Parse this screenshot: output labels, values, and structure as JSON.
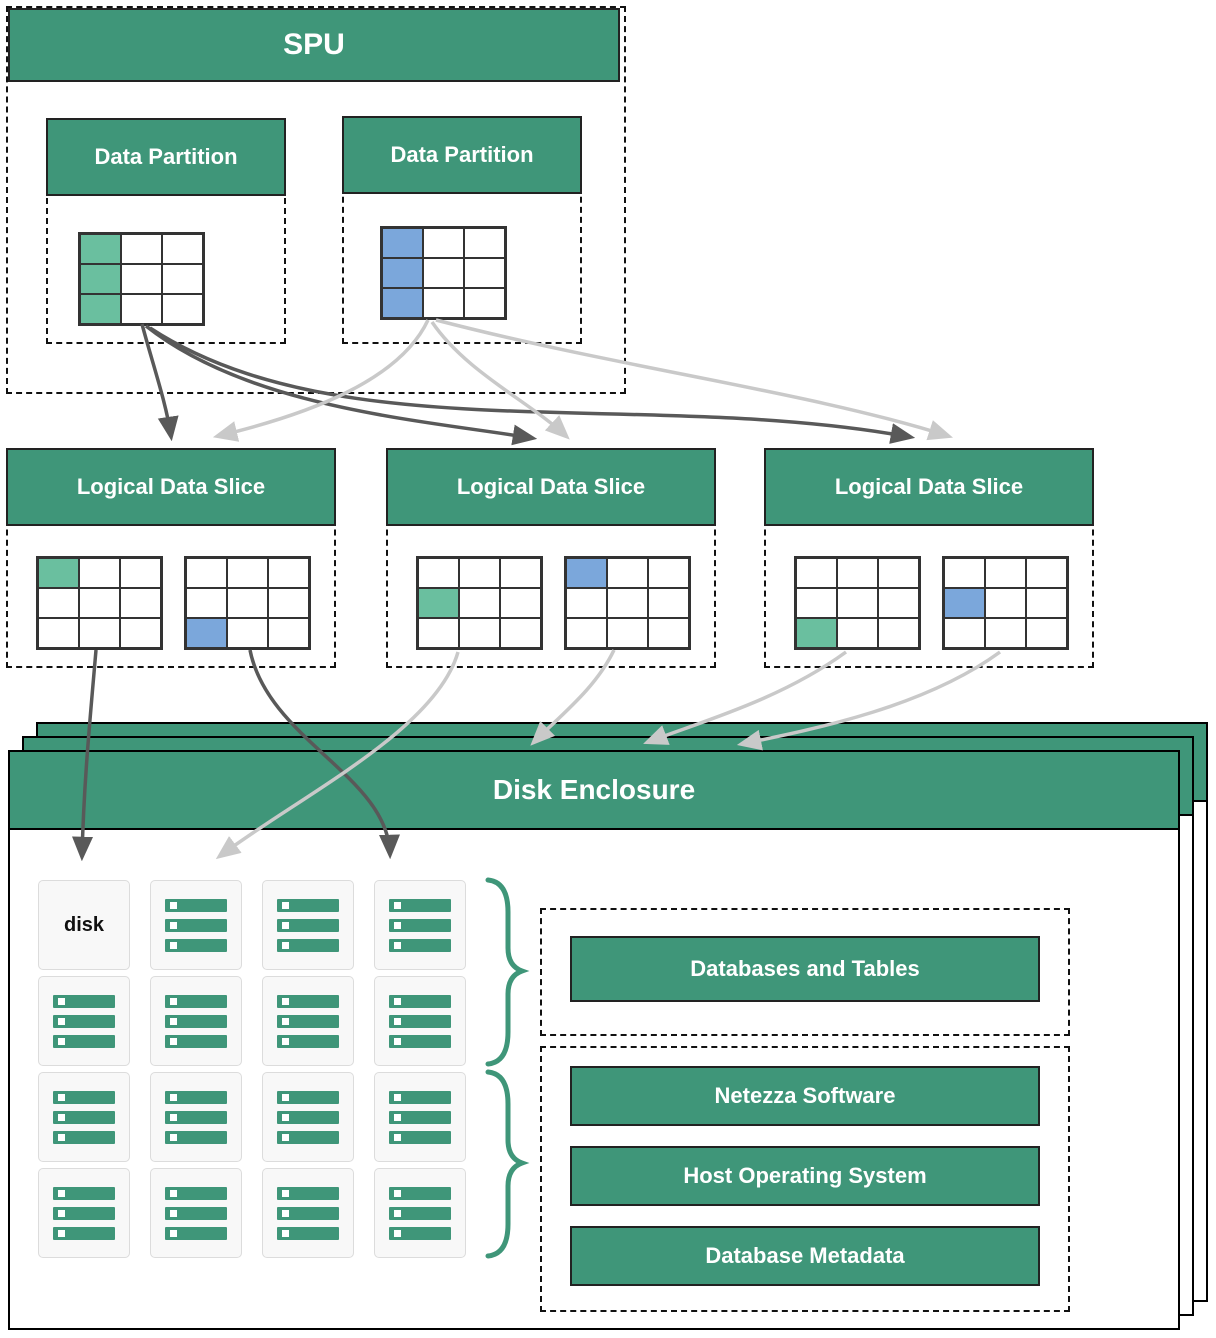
{
  "colors": {
    "green": "#3f9679",
    "cellGreen": "#6abf9f",
    "cellBlue": "#7ba7db",
    "arrowDark": "#595959",
    "arrowLight": "#c9c9c9"
  },
  "spu": {
    "title": "SPU",
    "partitions": [
      {
        "title": "Data Partition"
      },
      {
        "title": "Data Partition"
      }
    ]
  },
  "slices": [
    {
      "title": "Logical Data Slice"
    },
    {
      "title": "Logical Data Slice"
    },
    {
      "title": "Logical Data Slice"
    }
  ],
  "enclosure": {
    "title": "Disk Enclosure",
    "disk_label": "disk",
    "storage_group": {
      "items": [
        "Databases and Tables"
      ]
    },
    "software_group": {
      "items": [
        "Netezza Software",
        "Host Operating System",
        "Database Metadata"
      ]
    }
  }
}
